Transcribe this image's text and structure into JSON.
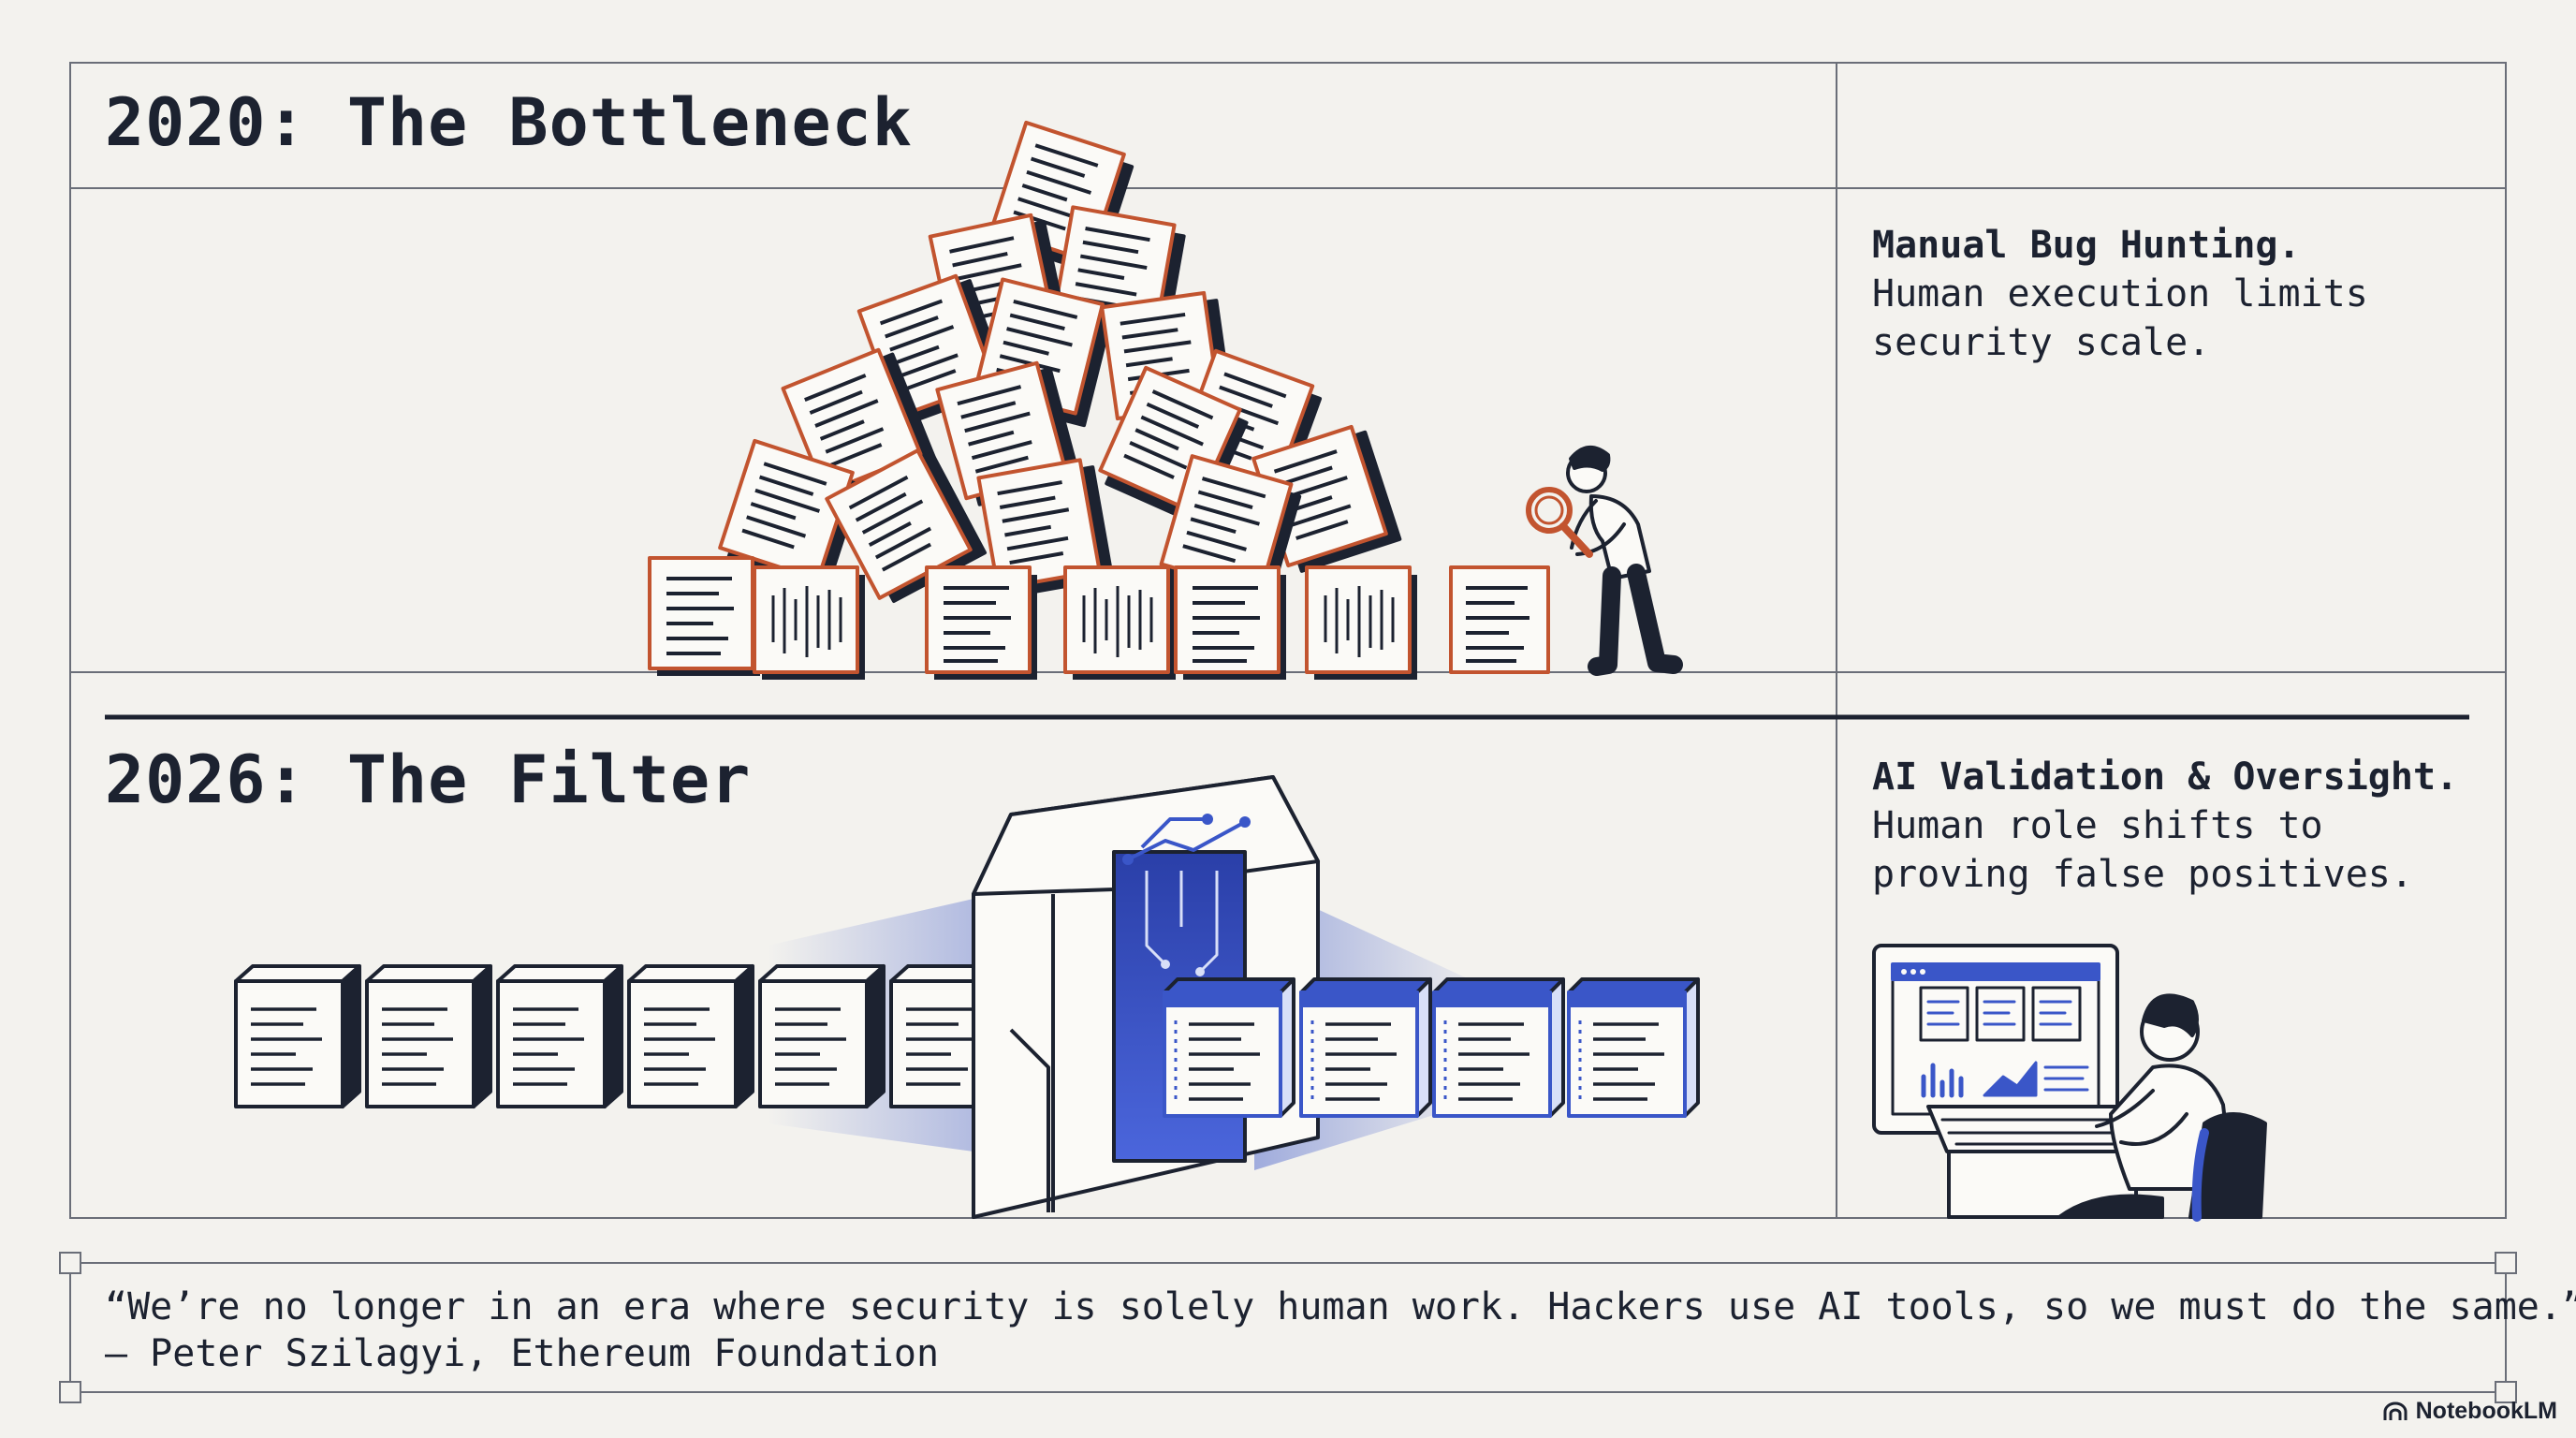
{
  "panel_2020": {
    "title": "2020: The Bottleneck",
    "heading": "Manual Bug Hunting.",
    "lines": [
      "Human execution limits",
      "security scale."
    ]
  },
  "panel_2026": {
    "title": "2026: The Filter",
    "heading": "AI Validation & Oversight.",
    "lines": [
      "Human role shifts to",
      "proving false positives."
    ]
  },
  "quote": {
    "text": "“We’re no longer in an era where security is solely human work. Hackers use AI tools, so we must do the same.”",
    "attribution": "— Peter Szilagyi, Ethereum Foundation"
  },
  "brand": {
    "label": "NotebookLM",
    "icon": "notebooklm-logo-icon"
  },
  "colors": {
    "background": "#f3f2ee",
    "ink": "#1c2230",
    "accent_orange": "#c2542f",
    "accent_blue": "#3a56c8"
  }
}
